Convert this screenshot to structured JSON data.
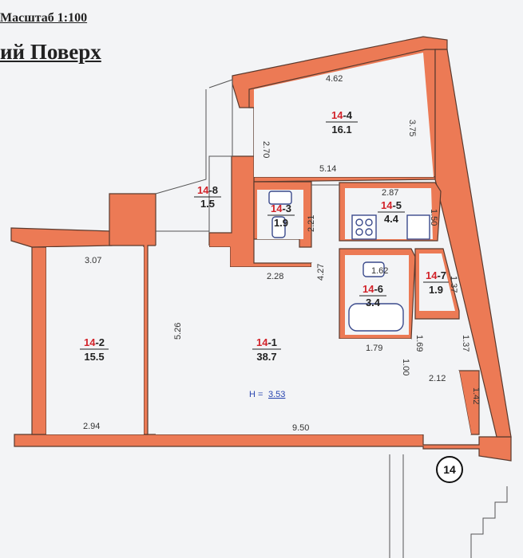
{
  "header": {
    "scale": "Масштаб 1:100",
    "floor": "ий Поверх"
  },
  "rooms": [
    {
      "id": "14-1",
      "prefix": "14",
      "suffix": "-1",
      "area": "38.7"
    },
    {
      "id": "14-2",
      "prefix": "14",
      "suffix": "-2",
      "area": "15.5"
    },
    {
      "id": "14-3",
      "prefix": "14",
      "suffix": "-3",
      "area": "1.9"
    },
    {
      "id": "14-4",
      "prefix": "14",
      "suffix": "-4",
      "area": "16.1"
    },
    {
      "id": "14-5",
      "prefix": "14",
      "suffix": "-5",
      "area": "4.4"
    },
    {
      "id": "14-6",
      "prefix": "14",
      "suffix": "-6",
      "area": "3.4"
    },
    {
      "id": "14-7",
      "prefix": "14",
      "suffix": "-7",
      "area": "1.9"
    },
    {
      "id": "14-8",
      "prefix": "14",
      "suffix": "-8",
      "area": "1.5"
    }
  ],
  "dimensions": [
    "4.62",
    "3.75",
    "2.70",
    "5.14",
    "2.87",
    "1.50",
    "2.21",
    "4.27",
    "1.62",
    "1.37",
    "1.37",
    "1.79",
    "1.69",
    "1.00",
    "2.12",
    "1.42",
    "3.07",
    "2.28",
    "5.26",
    "2.94",
    "9.50"
  ],
  "ceiling": {
    "label": "H = ",
    "value": "3.53"
  },
  "apartment_number": "14",
  "colors": {
    "wall": "#ec7a55",
    "room_id": "#d2232a",
    "fixture": "#3a4a8c",
    "ceiling_text": "#2a46b0"
  }
}
